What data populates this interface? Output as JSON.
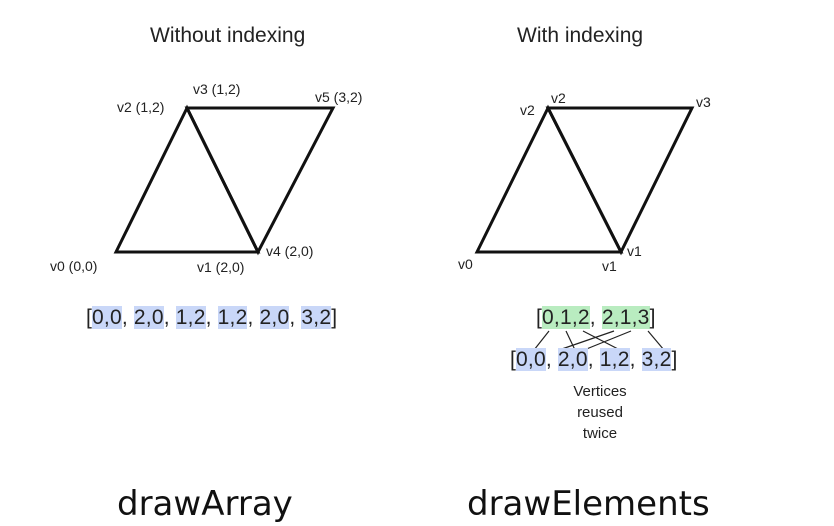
{
  "left": {
    "title": "Without indexing",
    "vertex_labels": {
      "v0": "v0 (0,0)",
      "v1": "v1 (2,0)",
      "v2": "v2 (1,2)",
      "v3": "v3 (1,2)",
      "v4": "v4 (2,0)",
      "v5": "v5 (3,2)"
    },
    "array": {
      "open": "[",
      "items": [
        "0,0",
        "2,0",
        "1,2",
        "1,2",
        "2,0",
        "3,2"
      ],
      "close": "]"
    },
    "caption": "drawArray"
  },
  "right": {
    "title": "With indexing",
    "vertex_labels": {
      "v0": "v0",
      "v1": "v1",
      "v1b": "v1",
      "v2": "v2",
      "v2b": "v2",
      "v3": "v3"
    },
    "index_array": {
      "open": "[",
      "items": [
        "0,1,2",
        "2,1,3"
      ],
      "close": "]"
    },
    "vertex_array": {
      "open": "[",
      "items": [
        "0,0",
        "2,0",
        "1,2",
        "3,2"
      ],
      "close": "]"
    },
    "note": [
      "Vertices",
      "reused",
      "twice"
    ],
    "caption": "drawElements"
  },
  "colors": {
    "vertex_highlight": "#c9d7f8",
    "index_highlight": "#b9ecc0",
    "stroke": "#111111"
  }
}
